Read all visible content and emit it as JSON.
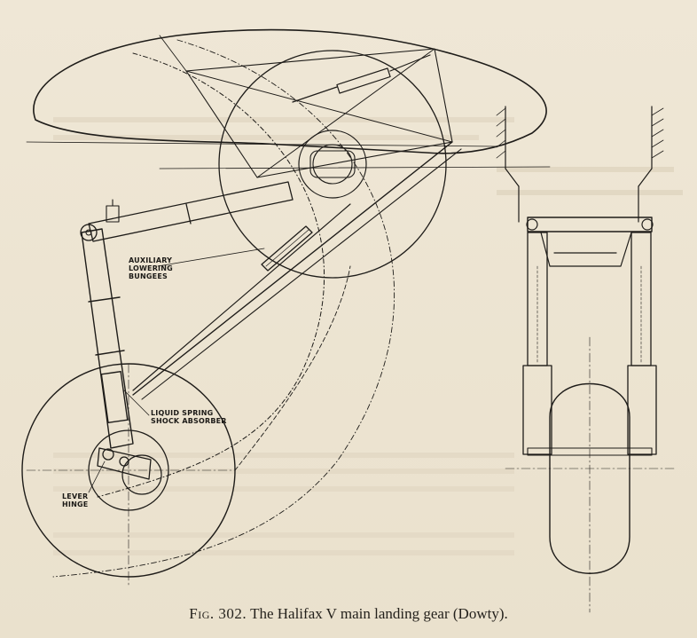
{
  "callouts": {
    "bungees_line1": "AUXILIARY",
    "bungees_line2": "LOWERING",
    "bungees_line3": "BUNGEES",
    "shock_line1": "LIQUID SPRING",
    "shock_line2": "SHOCK ABSORBER",
    "lever_line1": "LEVER",
    "lever_line2": "HINGE"
  },
  "caption": {
    "figure_number": "Fig. 302.",
    "text": "The Halifax V main landing gear (Dowty)."
  }
}
